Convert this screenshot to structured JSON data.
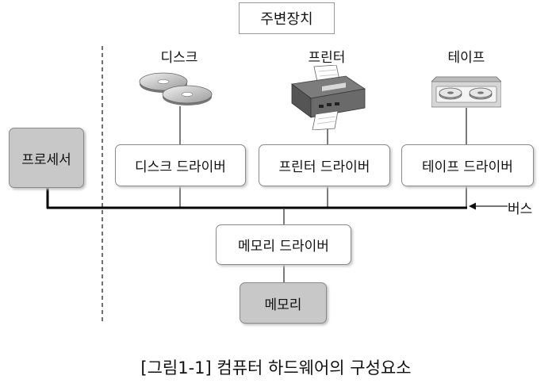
{
  "top_box": "주변장치",
  "device_labels": {
    "disk": "디스크",
    "printer": "프린터",
    "tape": "테이프"
  },
  "processor": "프로세서",
  "drivers": {
    "disk": "디스크 드라이버",
    "printer": "프린터 드라이버",
    "tape": "테이프 드라이버",
    "memory": "메모리 드라이버"
  },
  "bus_label": "버스",
  "memory": "메모리",
  "caption": "[그림1-1] 컴퓨터 하드웨어의 구성요소",
  "icons": [
    "disk-icon",
    "printer-icon",
    "tape-drive-icon"
  ]
}
